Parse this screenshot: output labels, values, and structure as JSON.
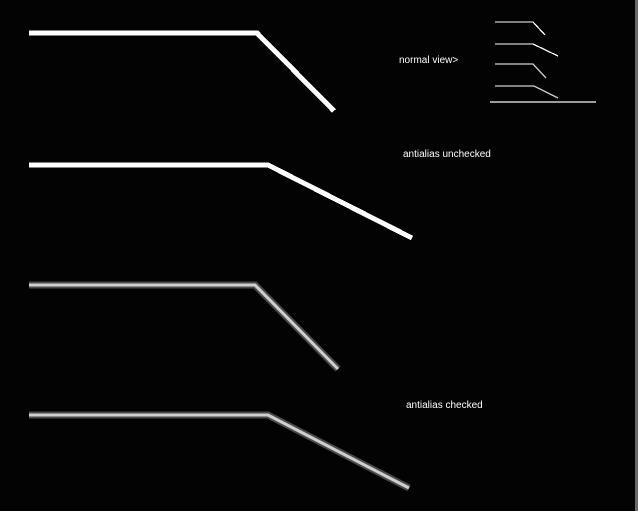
{
  "labels": {
    "normal_view": "normal view>",
    "antialias_unchecked": "antialias unchecked",
    "antialias_checked": "antialias checked"
  },
  "colors": {
    "background": "#030303",
    "line_aliased": "#ffffff",
    "line_antialiased": "#c8c8c8",
    "border": "#6a6a6a"
  }
}
